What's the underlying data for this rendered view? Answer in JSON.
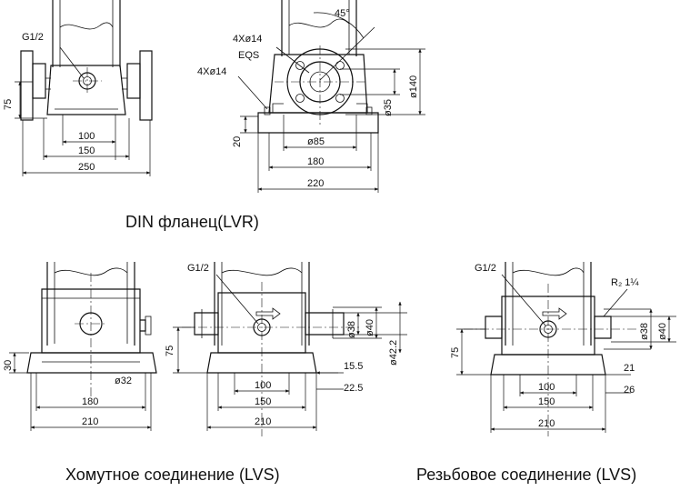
{
  "captions": {
    "din": "DIN фланец(LVR)",
    "clamp": "Хомутное соединение (LVS)",
    "thread": "Резьбовое соединение (LVS)"
  },
  "din_front": {
    "port": "G1/2",
    "height": "75",
    "d100": "100",
    "d150": "150",
    "d250": "250"
  },
  "din_side": {
    "angle": "45°",
    "holes_top": "4Xø14",
    "eqs": "EQS",
    "holes_base": "4Xø14",
    "d140": "ø140",
    "d35": "ø35",
    "h20": "20",
    "d85": "ø85",
    "d180": "180",
    "d220": "220"
  },
  "clamp_front": {
    "h30": "30",
    "d32": "ø32",
    "d180": "180",
    "d210": "210"
  },
  "clamp_side": {
    "port": "G1/2",
    "h75": "75",
    "d38": "ø38",
    "d40": "ø40",
    "d42": "ø42.2",
    "v15": "15.5",
    "v22": "22.5",
    "d100": "100",
    "d150": "150",
    "d210": "210"
  },
  "thread_side": {
    "port": "G1/2",
    "r2": "R₂ 1¼",
    "h75": "75",
    "d38": "ø38",
    "d40": "ø40",
    "v21": "21",
    "v26": "26",
    "d100": "100",
    "d150": "150",
    "d210": "210"
  }
}
